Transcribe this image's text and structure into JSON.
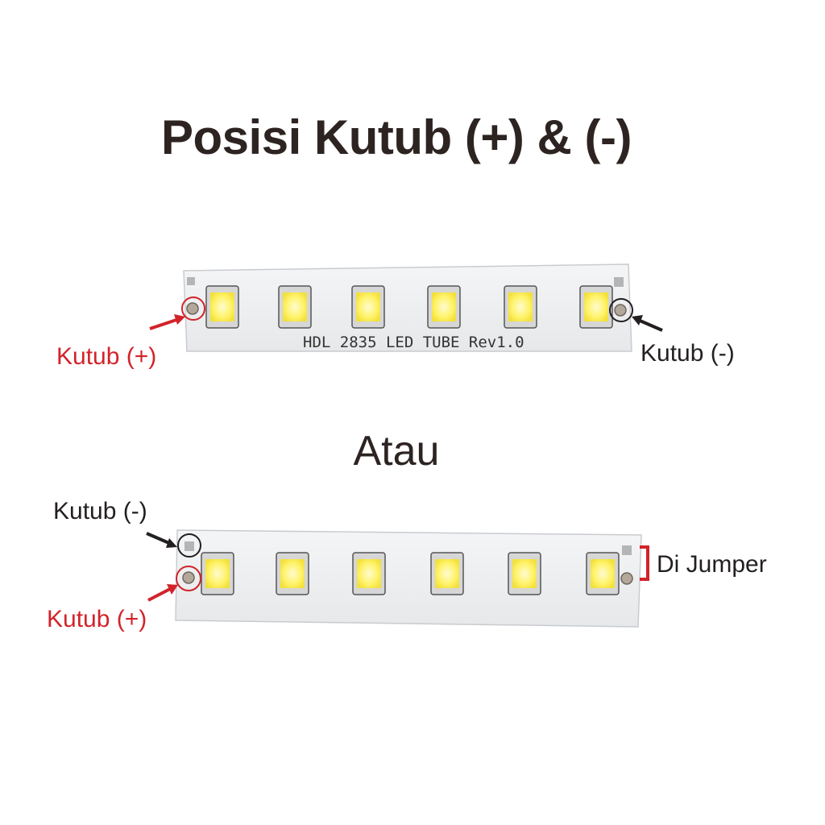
{
  "title": "Posisi Kutub (+) & (-)",
  "separator": "Atau",
  "board_top": {
    "silkscreen": "HDL  2835  LED  TUBE  Rev1.0",
    "label_plus": "Kutub (+)",
    "label_minus": "Kutub (-)"
  },
  "board_bottom": {
    "label_minus": "Kutub (-)",
    "label_plus": "Kutub (+)",
    "label_jumper": "Di Jumper"
  },
  "colors": {
    "red": "#d2232a",
    "dark": "#231f20",
    "pcb": "#eef0f1",
    "led_yellow": "#fff36b"
  }
}
